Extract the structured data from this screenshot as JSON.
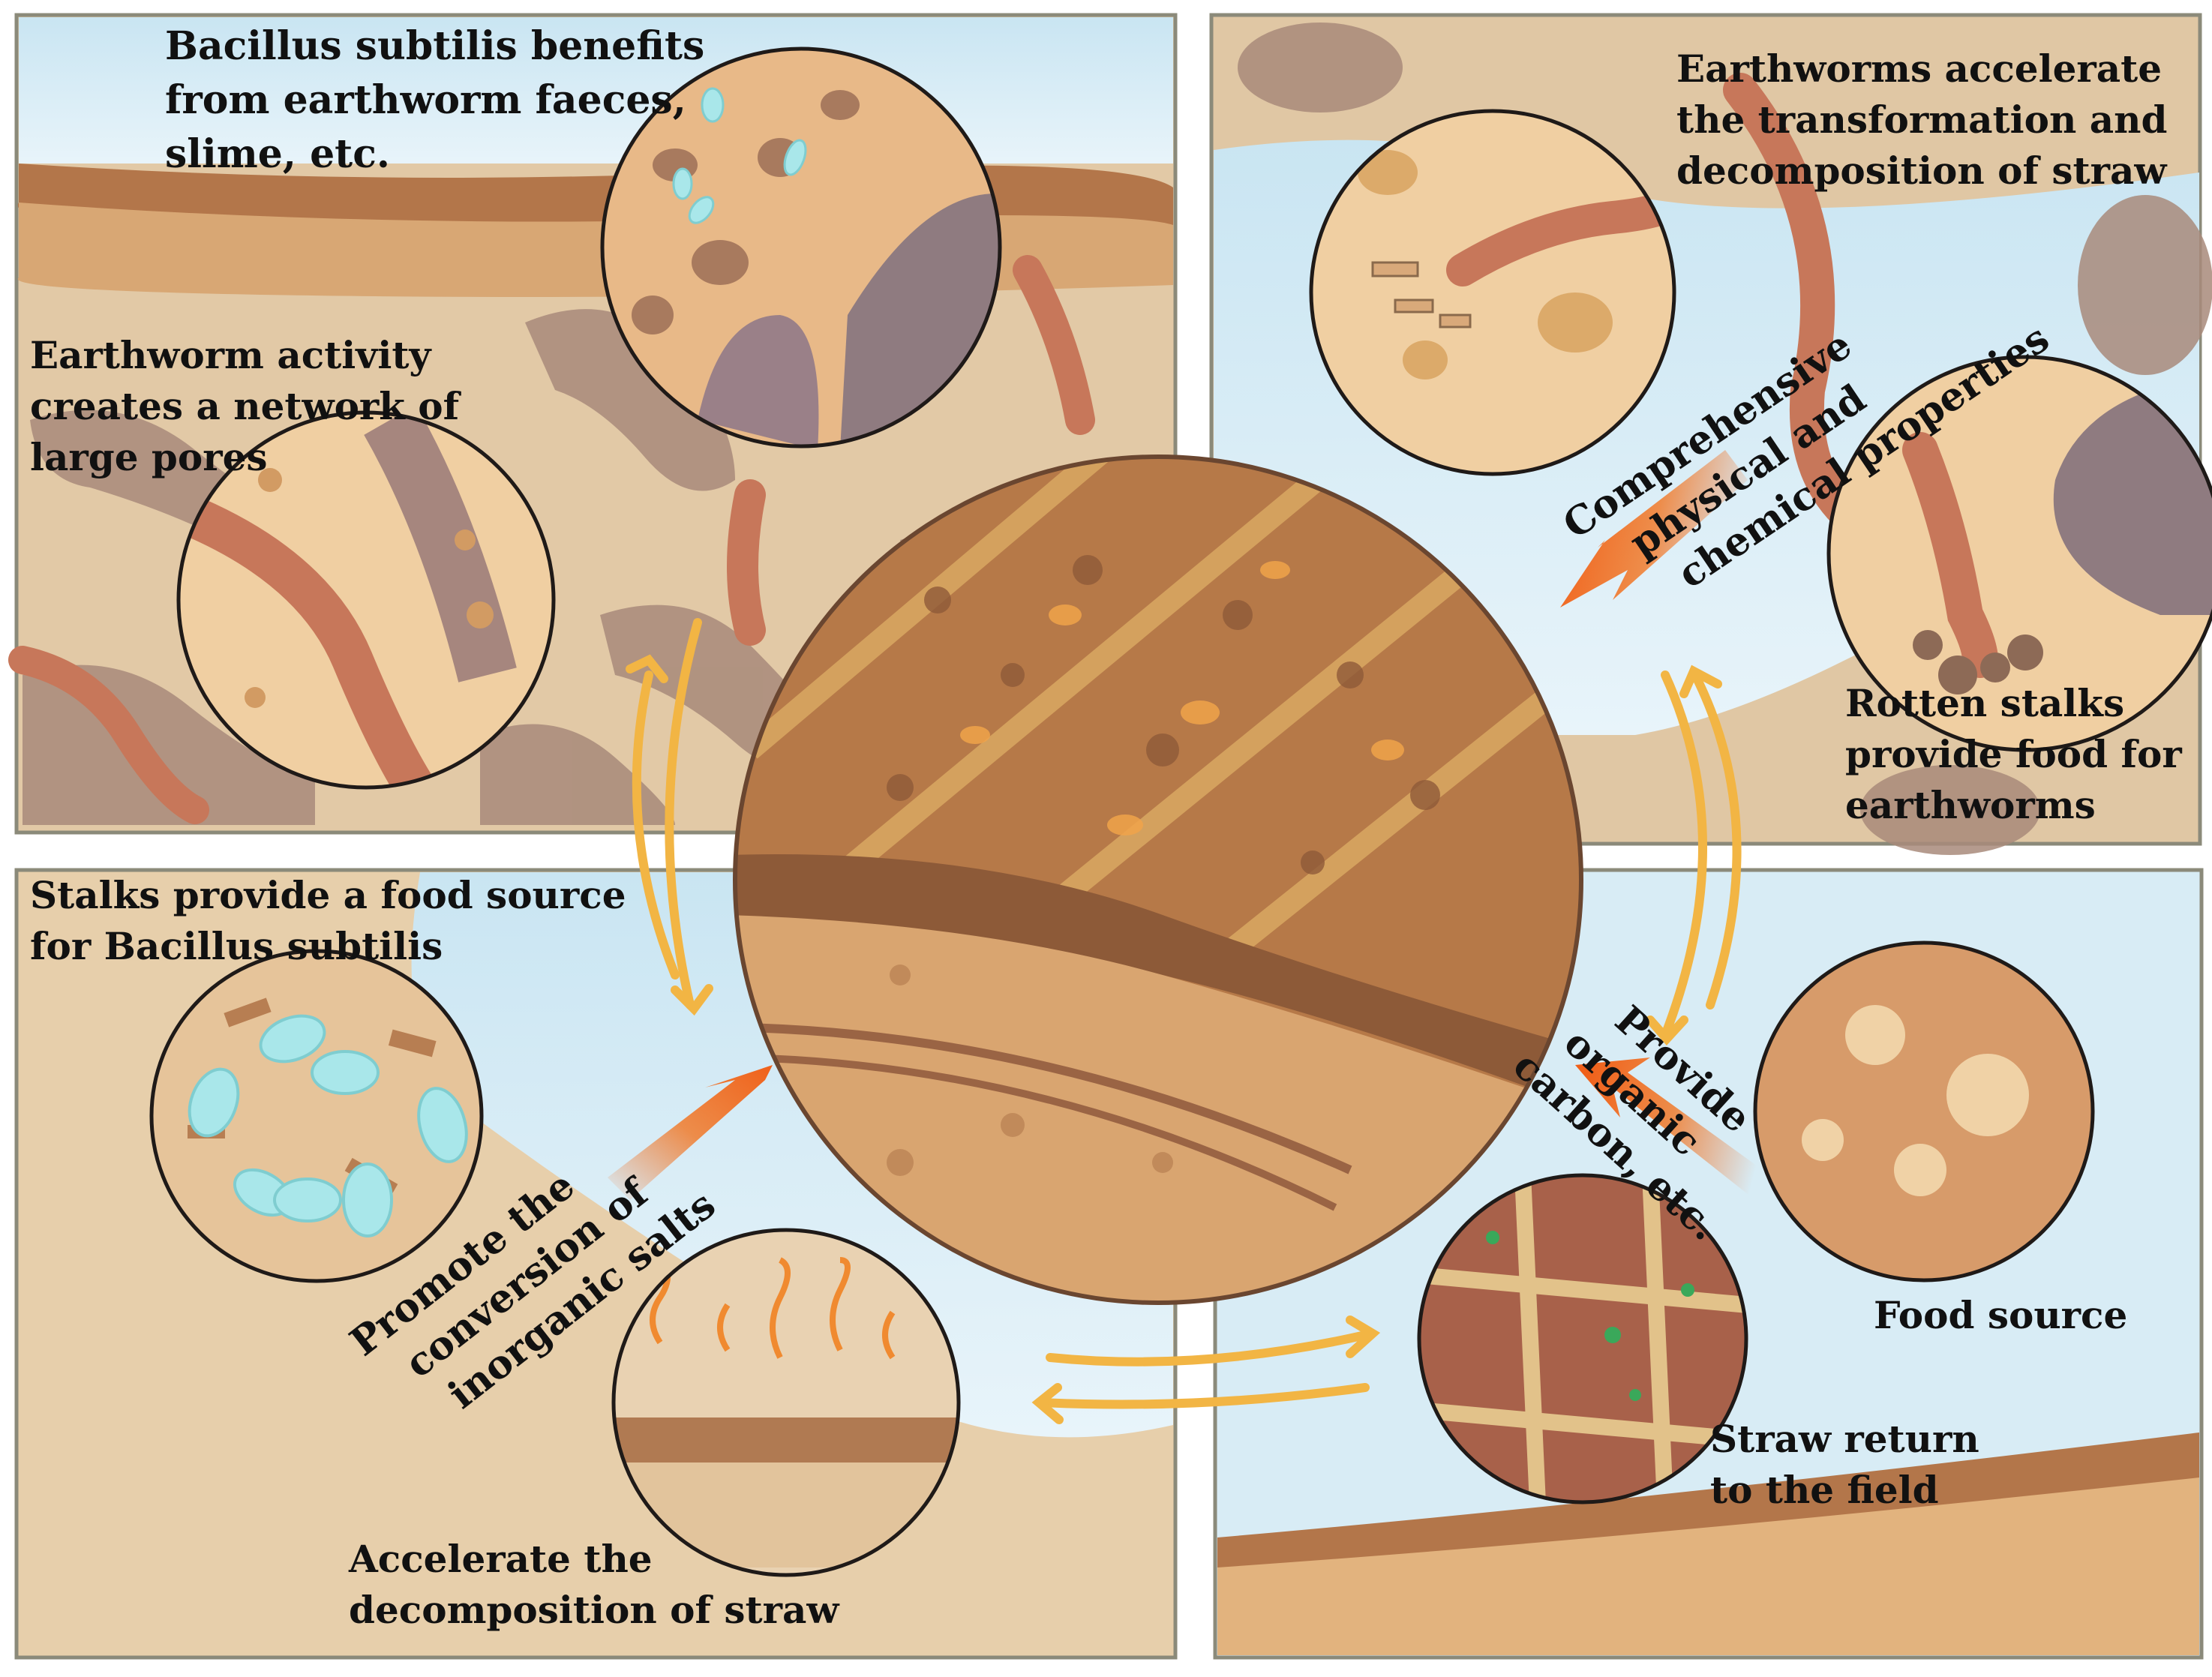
{
  "panels": {
    "top_left": {
      "bacillus_note": [
        "Bacillus subtilis benefits",
        "from earthworm faeces,",
        "slime, etc."
      ],
      "earthworm_note": [
        "Earthworm activity",
        "creates a network of",
        "large pores"
      ]
    },
    "top_right": {
      "earthworm_note": [
        "Earthworms accelerate",
        "the transformation and",
        "decomposition of straw"
      ],
      "stalks_note": [
        "Rotten stalks",
        "provide food for",
        "earthworms"
      ]
    },
    "bottom_left": {
      "stalks_note": [
        "Stalks provide a food source",
        "for Bacillus subtilis"
      ],
      "decomposition_note": [
        "Accelerate the",
        "decomposition of straw"
      ]
    },
    "bottom_right": {
      "food_source": "Food source",
      "straw_note": [
        "Straw return",
        "to the field"
      ]
    }
  },
  "arrows": {
    "top_right_label": [
      "Comprehensive",
      "physical and",
      "chemical properties"
    ],
    "bottom_right_label": [
      "Provide",
      "organic",
      "carbon, etc."
    ],
    "bottom_left_label": [
      "Promote the",
      "conversion of",
      "inorganic salts"
    ]
  },
  "colors": {
    "sky": "#cfe8f3",
    "soil": "#e2c8a4",
    "soil_dark": "#a88a74",
    "worm": "#c7775a",
    "accent_arrow": "#f06a1e",
    "cycle_arrow": "#f2b544",
    "bacillus": "#a9e7ea"
  }
}
